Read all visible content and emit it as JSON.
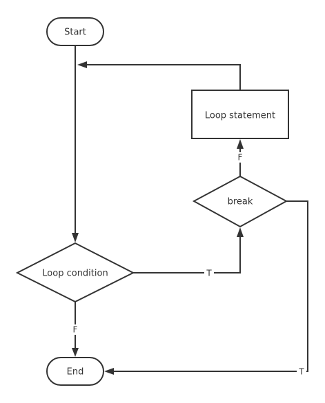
{
  "nodes": {
    "start": "Start",
    "end": "End",
    "loop_condition": "Loop condition",
    "break": "break",
    "loop_statement": "Loop statement"
  },
  "edges": {
    "condition_false": "F",
    "condition_true": "T",
    "break_false": "F",
    "break_true": "T"
  },
  "colors": {
    "stroke": "#333333",
    "background": "#ffffff"
  }
}
